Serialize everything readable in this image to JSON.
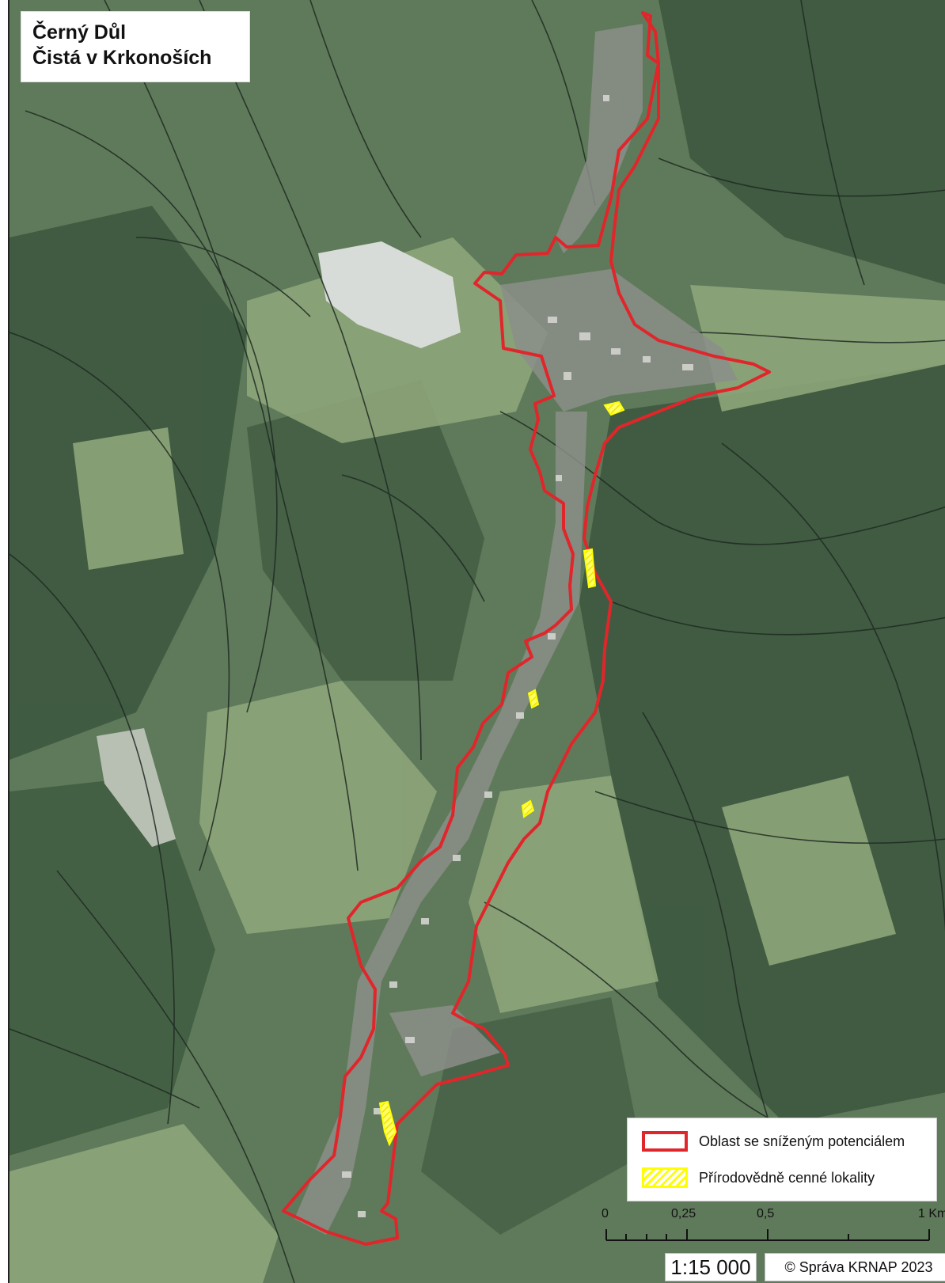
{
  "map": {
    "title_lines": [
      "Černý Důl",
      "Čistá v Krkonoších"
    ],
    "legend": {
      "items": [
        {
          "label": "Oblast se sníženým potenciálem",
          "color": "#e0262b",
          "style": "outline"
        },
        {
          "label": "Přírodovědně cenné lokality",
          "color": "#ffff00",
          "style": "hatched"
        }
      ]
    },
    "scalebar": {
      "labels": [
        "0",
        "0,25",
        "0,5",
        "1 Km"
      ]
    },
    "scale_ratio": "1:15 000",
    "copyright": "© Správa KRNAP 2023",
    "colors": {
      "forest": "#3d5a3f",
      "meadow": "#7f9a6a",
      "boundary": "#e0262b",
      "valuable_site": "#ffff00"
    }
  }
}
